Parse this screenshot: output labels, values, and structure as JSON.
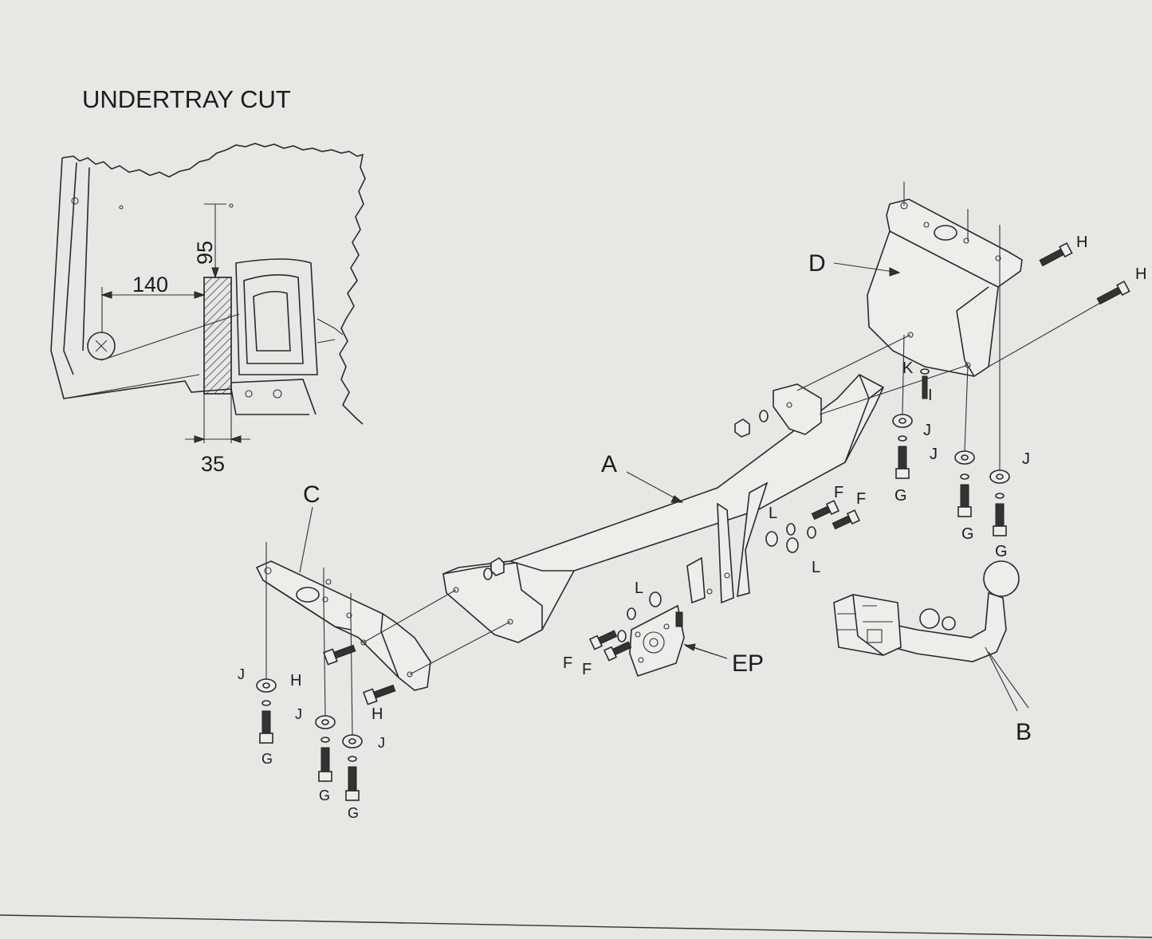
{
  "title": "UNDERTRAY CUT",
  "dimensions": {
    "d140": "140",
    "d95": "95",
    "d35": "35"
  },
  "labels": {
    "A": "A",
    "B": "B",
    "C": "C",
    "D": "D",
    "EP": "EP",
    "F": "F",
    "G": "G",
    "H": "H",
    "J": "J",
    "K": "K",
    "L": "L",
    "I": "I"
  },
  "colors": {
    "background": "#e6e8e4",
    "ink": "#2a2a2a",
    "hatch": "#333333"
  }
}
